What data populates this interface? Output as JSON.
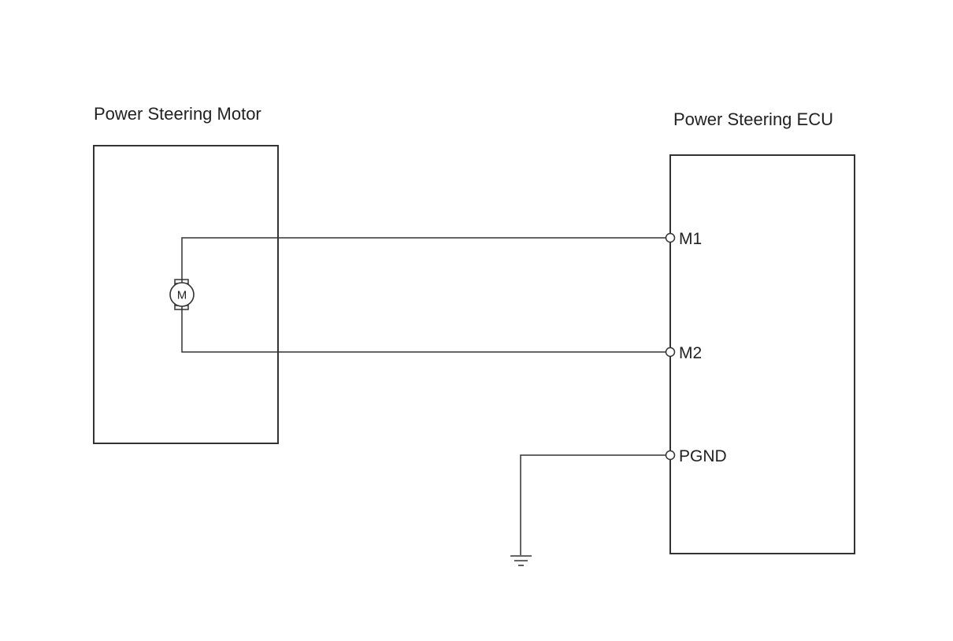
{
  "motor": {
    "title": "Power Steering Motor",
    "symbol_letter": "M"
  },
  "ecu": {
    "title": "Power Steering ECU",
    "pins": {
      "m1": "M1",
      "m2": "M2",
      "pgnd": "PGND"
    }
  },
  "colors": {
    "line": "#333333",
    "text": "#222222",
    "background": "#ffffff"
  }
}
